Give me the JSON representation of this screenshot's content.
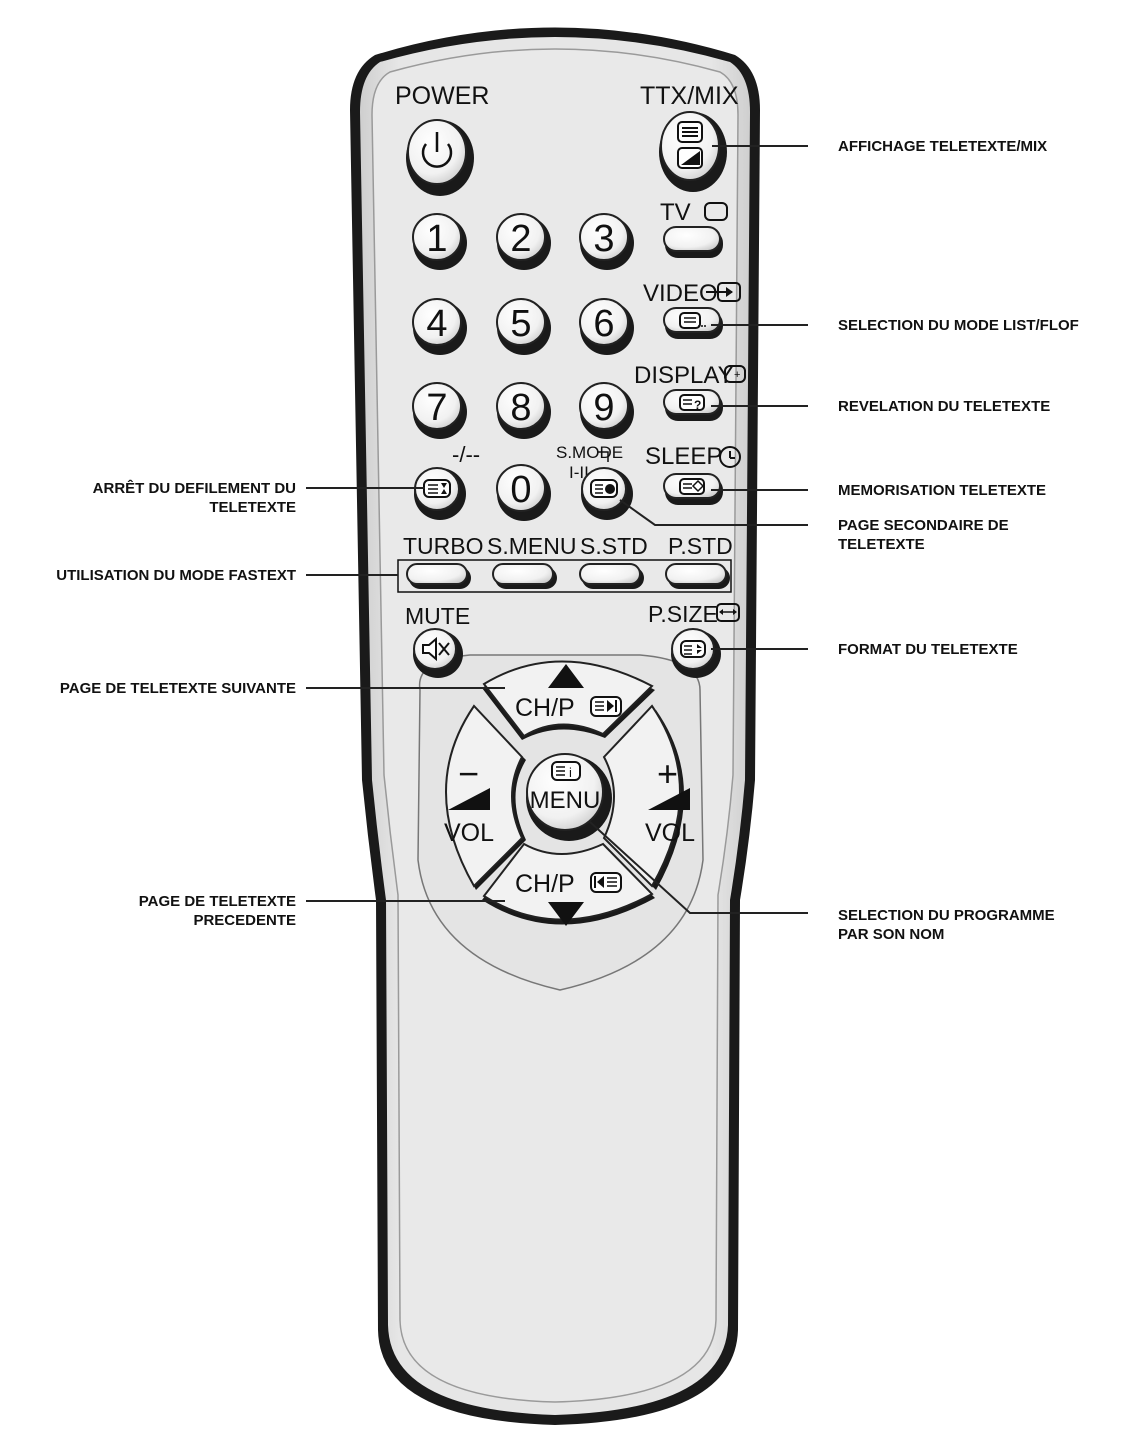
{
  "remote": {
    "power_label": "POWER",
    "ttx_mix_label": "TTX/MIX",
    "tv_label": "TV",
    "video_label": "VIDEO",
    "display_label": "DISPLAY",
    "sleep_label": "SLEEP",
    "dash_label": "-/--",
    "smode_label": "S.MODE",
    "smode_sub_label": "I-II",
    "mute_label": "MUTE",
    "psize_label": "P.SIZE",
    "digits": [
      "1",
      "2",
      "3",
      "4",
      "5",
      "6",
      "7",
      "8",
      "9",
      "0"
    ],
    "color_buttons": [
      "TURBO",
      "S.MENU",
      "S.STD",
      "P.STD"
    ],
    "ch_label": "CH/P",
    "vol_label": "VOL",
    "vol_minus": "−",
    "vol_plus": "+",
    "menu_label": "MENU"
  },
  "callouts": {
    "affichage": "AFFICHAGE TELETEXTE/MIX",
    "selection_list_flof": "SELECTION DU MODE LIST/FLOF",
    "revelation": "REVELATION DU TELETEXTE",
    "memorisation": "MEMORISATION TELETEXTE",
    "page_secondaire_1": "PAGE SECONDAIRE DE",
    "page_secondaire_2": "TELETEXTE",
    "format": "FORMAT DU TELETEXTE",
    "selection_programme_1": "SELECTION DU PROGRAMME",
    "selection_programme_2": "PAR SON NOM",
    "arret_1": "ARRÊT DU DEFILEMENT DU",
    "arret_2": "TELETEXTE",
    "fastext": "UTILISATION DU MODE FASTEXT",
    "suivante": "PAGE DE TELETEXTE SUIVANTE",
    "precedente_1": "PAGE DE TELETEXTE",
    "precedente_2": "PRECEDENTE"
  }
}
